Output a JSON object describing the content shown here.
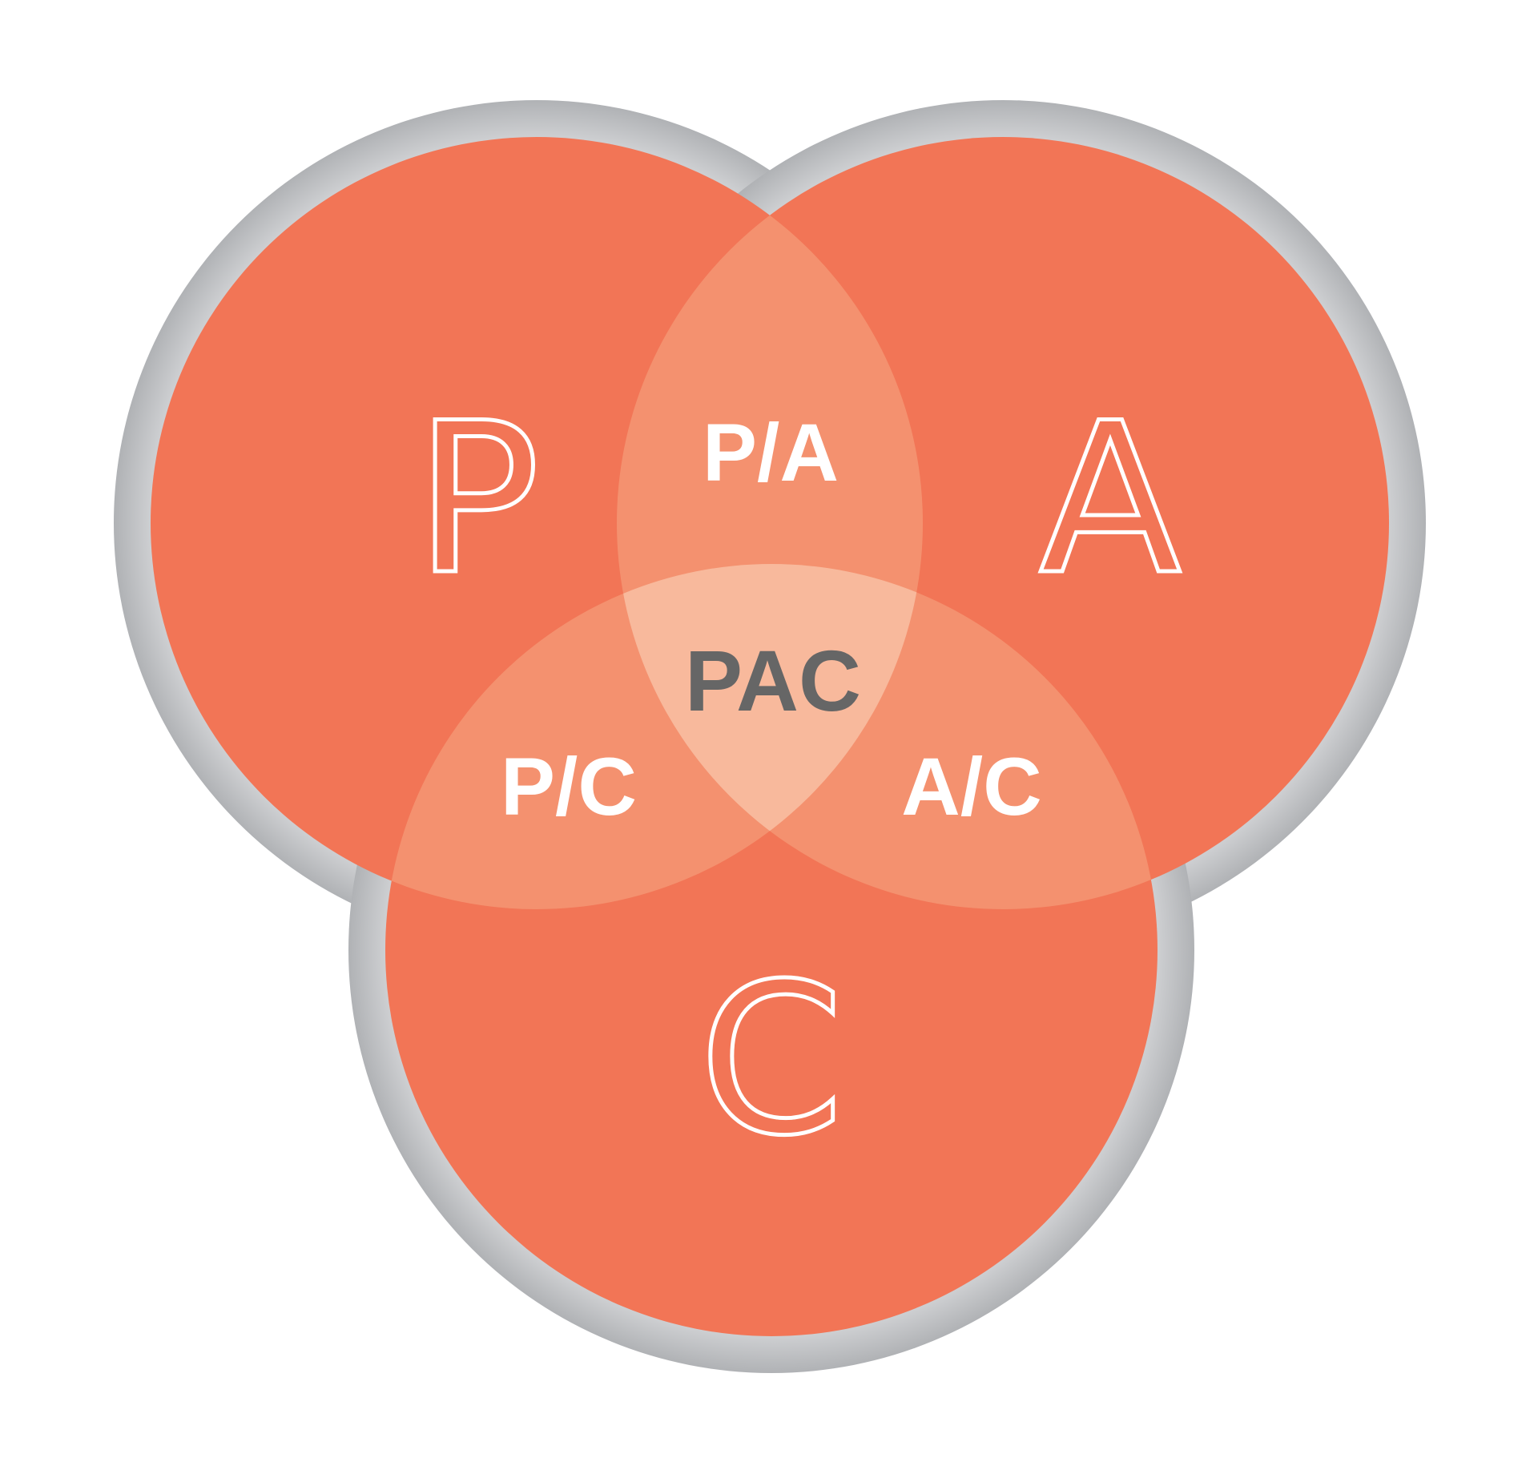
{
  "diagram": {
    "type": "venn-3",
    "sets": [
      {
        "id": "p",
        "label": "P"
      },
      {
        "id": "a",
        "label": "A"
      },
      {
        "id": "c",
        "label": "C"
      }
    ],
    "intersections": {
      "pa": "P/A",
      "pc": "P/C",
      "ac": "A/C",
      "pac": "PAC"
    },
    "colors": {
      "circle_fill": "#F27556",
      "pair_overlap_fill": "#F4916F",
      "center_overlap_fill": "#F8B99C",
      "ring_light": "#E3E4E6",
      "ring_dark": "#B0B2B5",
      "set_letter_outline": "#FFFFFF",
      "pair_label": "#FFFFFF",
      "center_label": "#666666"
    }
  }
}
